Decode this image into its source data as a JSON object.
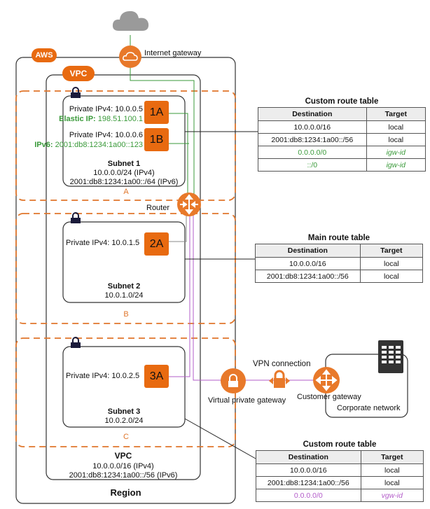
{
  "labels": {
    "aws": "AWS",
    "vpc_badge": "VPC",
    "internet_gateway": "Internet gateway",
    "router": "Router",
    "vpn_connection": "VPN connection",
    "virtual_private_gateway": "Virtual private gateway",
    "customer_gateway": "Customer gateway",
    "corporate_network": "Corporate network",
    "region": "Region"
  },
  "vpc": {
    "title": "VPC",
    "ipv4": "10.0.0.0/16 (IPv4)",
    "ipv6": "2001:db8:1234:1a00::/56 (IPv6)"
  },
  "zones": [
    "A",
    "B",
    "C"
  ],
  "subnets": [
    {
      "name": "Subnet 1",
      "ipv4": "10.0.0.0/24 (IPv4)",
      "ipv6": "2001:db8:1234:1a00::/64 (IPv6)",
      "instances": [
        {
          "id": "1A",
          "private": "Private IPv4: 10.0.0.5",
          "extra_label": "Elastic IP:",
          "extra_value": "198.51.100.1"
        },
        {
          "id": "1B",
          "private": "Private IPv4: 10.0.0.6",
          "extra_label": "IPv6:",
          "extra_value": "2001:db8:1234:1a00::123"
        }
      ]
    },
    {
      "name": "Subnet 2",
      "ipv4": "10.0.1.0/24",
      "instances": [
        {
          "id": "2A",
          "private": "Private IPv4: 10.0.1.5"
        }
      ]
    },
    {
      "name": "Subnet 3",
      "ipv4": "10.0.2.0/24",
      "instances": [
        {
          "id": "3A",
          "private": "Private IPv4: 10.0.2.5"
        }
      ]
    }
  ],
  "route_tables": [
    {
      "title": "Custom route table",
      "headers": [
        "Destination",
        "Target"
      ],
      "rows": [
        [
          "10.0.0.0/16",
          "local"
        ],
        [
          "2001:db8:1234:1a00::/56",
          "local"
        ],
        [
          "0.0.0.0/0",
          "igw-id"
        ],
        [
          "::/0",
          "igw-id"
        ]
      ]
    },
    {
      "title": "Main route table",
      "headers": [
        "Destination",
        "Target"
      ],
      "rows": [
        [
          "10.0.0.0/16",
          "local"
        ],
        [
          "2001:db8:1234:1a00::/56",
          "local"
        ]
      ]
    },
    {
      "title": "Custom route table",
      "headers": [
        "Destination",
        "Target"
      ],
      "rows": [
        [
          "10.0.0.0/16",
          "local"
        ],
        [
          "2001:db8:1234:1a00::/56",
          "local"
        ],
        [
          "0.0.0.0/0",
          "vgw-id"
        ]
      ]
    }
  ],
  "colors": {
    "aws_orange": "#e86a10",
    "zone_dash": "#e0762b",
    "igw_route": "#3a9a3a",
    "vgw_route": "#b35cc9",
    "cloud": "#999999",
    "lock": "#1a1a3a"
  }
}
